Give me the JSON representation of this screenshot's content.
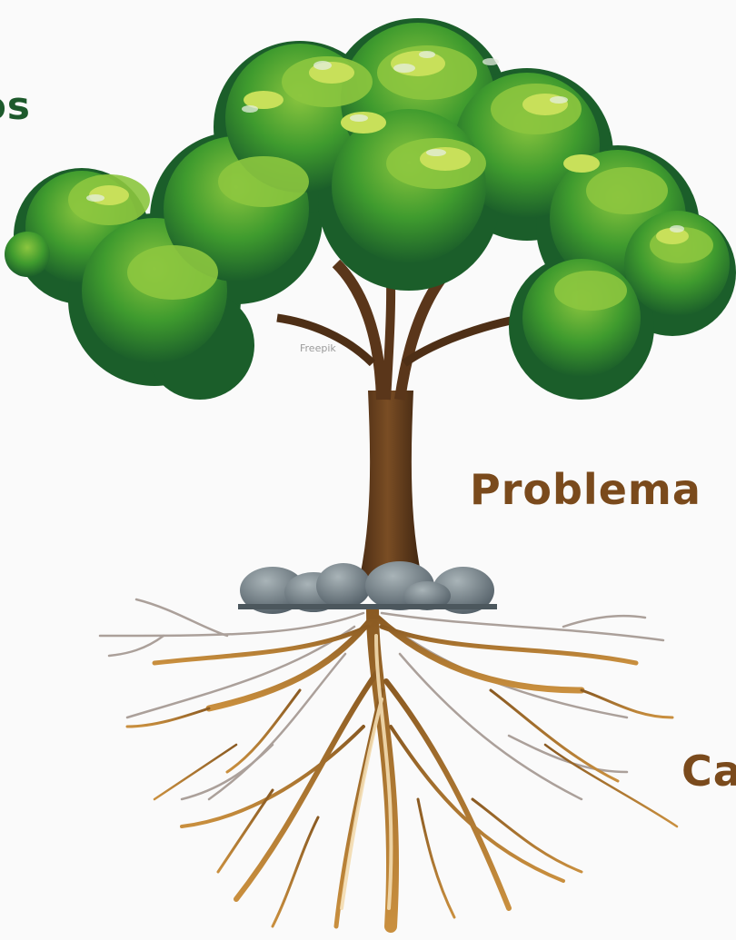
{
  "labels": {
    "effects_partial": "os",
    "problem": "Problema",
    "causes_partial": "Ca"
  },
  "watermark": "Freepik",
  "colors": {
    "background": "#fafafa",
    "leaf_dark": "#1b5e2a",
    "leaf_mid": "#3f9b2e",
    "leaf_light": "#8cc63f",
    "leaf_highlight": "#c8e05a",
    "trunk": "#6b4220",
    "rock": "#6e7b80",
    "root": "#a0682a",
    "root_light": "#f3dcb0",
    "root_grey": "#9e918a",
    "effects_label": "#1d5a2c",
    "problem_label": "#7a4a1c"
  },
  "icons": [
    "tree-illustration",
    "rock-icon",
    "roots-illustration"
  ]
}
